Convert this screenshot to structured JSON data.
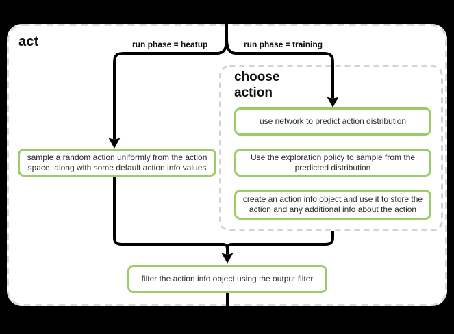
{
  "colors": {
    "background": "#000000",
    "panel_bg": "#ffffff",
    "panel_border": "#d9d9d9",
    "group_border": "#d3d3d3",
    "node_border": "#9ccb6a",
    "node_bg": "#ffffff",
    "line": "#000000",
    "heading_text": "#111111",
    "node_text": "#2b2b2b"
  },
  "diagram": {
    "panel_title": "act",
    "branch_labels": {
      "heatup": "run phase = heatup",
      "training": "run phase = training"
    },
    "group_title": "choose\naction",
    "nodes": {
      "sample_random": "sample a random action uniformly from the action space, along with some default action info values",
      "predict_distribution": "use network to predict action distribution",
      "exploration_policy": "Use the exploration policy to sample from the predicted distribution",
      "action_info": "create an action info object and use it to store the action and any additional info about the action",
      "output_filter": "filter the action info object using the output filter"
    },
    "edges": [
      "entry -> branch point",
      "branch (run phase = heatup) -> sample_random",
      "branch (run phase = training) -> choose action group -> predict_distribution",
      "sample_random -> output_filter",
      "choose action group -> output_filter",
      "output_filter -> exit"
    ]
  }
}
